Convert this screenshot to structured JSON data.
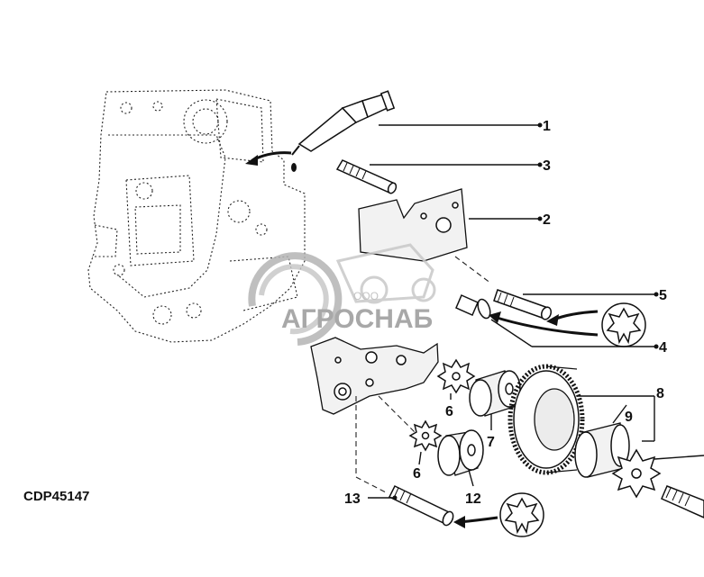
{
  "figure": {
    "id": "CDP45147"
  },
  "callouts": [
    {
      "label": "1"
    },
    {
      "label": "3"
    },
    {
      "label": "2"
    },
    {
      "label": "5"
    },
    {
      "label": "4"
    },
    {
      "label": "8"
    },
    {
      "label": "6"
    },
    {
      "label": "9"
    },
    {
      "label": "7"
    },
    {
      "label": "6"
    },
    {
      "label": "12"
    },
    {
      "label": "13"
    }
  ],
  "watermark": {
    "small": "ООО",
    "big": "АГРОСНАБ"
  },
  "colors": {
    "line": "#111111",
    "watermark": "#9a9a9a",
    "background": "#ffffff"
  },
  "icons": [
    "torx-bit-icon",
    "torx-bit-icon"
  ]
}
